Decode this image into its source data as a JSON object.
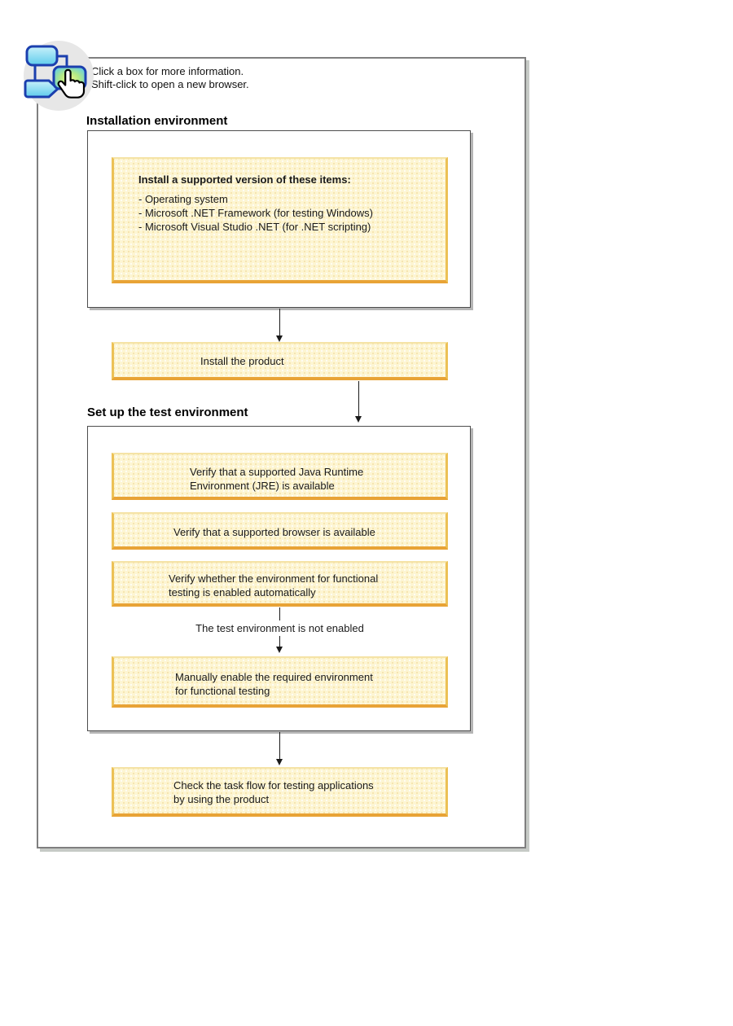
{
  "instructions": {
    "line1": "Click a box for more information.",
    "line2": "Shift-click to open a new browser."
  },
  "sections": {
    "installation": {
      "heading": "Installation environment"
    },
    "test_environment": {
      "heading": "Set up the test environment"
    }
  },
  "boxes": {
    "prereqs": {
      "title": "Install a supported version of these items:",
      "items": [
        "- Operating system",
        "- Microsoft .NET Framework (for testing Windows)",
        "- Microsoft Visual Studio .NET (for .NET scripting)"
      ]
    },
    "install_product": {
      "label": "Install the product"
    },
    "verify_jre": {
      "lines": [
        "Verify that a supported Java Runtime",
        "Environment (JRE) is available"
      ]
    },
    "verify_browser": {
      "label": "Verify that a supported browser is available"
    },
    "verify_functional": {
      "lines": [
        "Verify whether the environment for functional",
        "testing is enabled automatically"
      ]
    },
    "manual_enable": {
      "lines": [
        "Manually enable the required environment",
        "for functional testing"
      ]
    },
    "check_taskflow": {
      "lines": [
        "Check the task flow for testing applications",
        "by using the product"
      ]
    }
  },
  "connectors": {
    "not_enabled_label": "The test environment is not enabled"
  },
  "icons": {
    "click_taskflow_icon": "hand-cursor-clicking-flowchart-box"
  },
  "colors": {
    "box_fill": "#fdf5d2",
    "box_border_gold": "#ecc156",
    "box_border_dark_gold": "#e8a336",
    "box_border_light_gold": "#f5e3a6",
    "container_border": "#4d4d4d",
    "frame_border": "#7f7f7f",
    "shadow_gray": "#c6cac6",
    "icon_blue_stroke": "#1b3fae",
    "icon_cyan": "#6ed5ef",
    "icon_glow_green": "#d9f07e",
    "text": "#1a1a1a"
  }
}
